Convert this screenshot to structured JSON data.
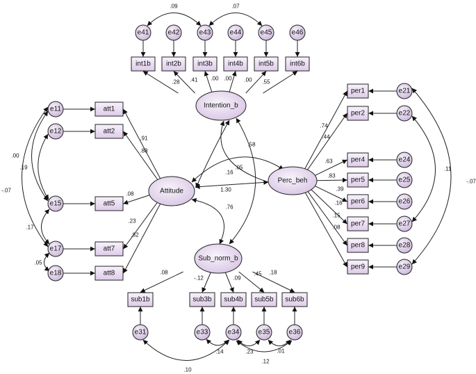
{
  "latents": {
    "intention": "Intention_b",
    "attitude": "Attitude",
    "perc": "Perc_beh",
    "subnorm": "Sub_norm_b"
  },
  "indicators": {
    "int": [
      "int1b",
      "int2b",
      "int3b",
      "int4b",
      "int5b",
      "int6b"
    ],
    "att": [
      "att1",
      "att2",
      "att5",
      "att7",
      "att8"
    ],
    "per": [
      "per1",
      "per2",
      "per4",
      "per5",
      "per6",
      "per7",
      "per8",
      "per9"
    ],
    "sub": [
      "sub1b",
      "sub3b",
      "sub4b",
      "sub5b",
      "sub6b"
    ]
  },
  "errors": {
    "int": [
      "e41",
      "e42",
      "e43",
      "e44",
      "e45",
      "e46"
    ],
    "att": [
      "e11",
      "e12",
      "e15",
      "e17",
      "e18"
    ],
    "per": [
      "e21",
      "e22",
      "e24",
      "e25",
      "e26",
      "e27",
      "e28",
      "e29"
    ],
    "sub": [
      "e31",
      "e33",
      "e34",
      "e35",
      "e36"
    ]
  },
  "coefficients": {
    "int": [
      ".28",
      ".41",
      ".00",
      ".00",
      ".00",
      ".55"
    ],
    "att": [
      ".91",
      ".88",
      ".08",
      ".23",
      ".82"
    ],
    "per": [
      ".74",
      ".44",
      ".63",
      ".83",
      ".39",
      ".16",
      ".15",
      ".08"
    ],
    "sub": [
      ".08",
      "-.12",
      ".09",
      ".45",
      ".18"
    ],
    "err_cov": {
      "e41_e43": ".09",
      "e43_e45": ".07",
      "e11_e15": ".00",
      "e12_e15": ".19",
      "e11_e17": "-.07",
      "e15_e17": ".17",
      "e17_e18": ".05",
      "e22_e27": ".11",
      "e21_e29": "-.07",
      "e31_e34": ".10",
      "e33_e34": ".14",
      "e34_e35": ".23",
      "e35_e36": ".01",
      "e34_e36": ".12"
    },
    "structural": {
      "int_att": ".16",
      "int_perc": ".05",
      "int_sub": ".58",
      "att_perc": "1.30",
      "att_sub": ".76"
    }
  },
  "colors": {
    "fill_light": "#f6eefa",
    "fill_dark": "#d7c4e3",
    "stroke": "#222222"
  }
}
